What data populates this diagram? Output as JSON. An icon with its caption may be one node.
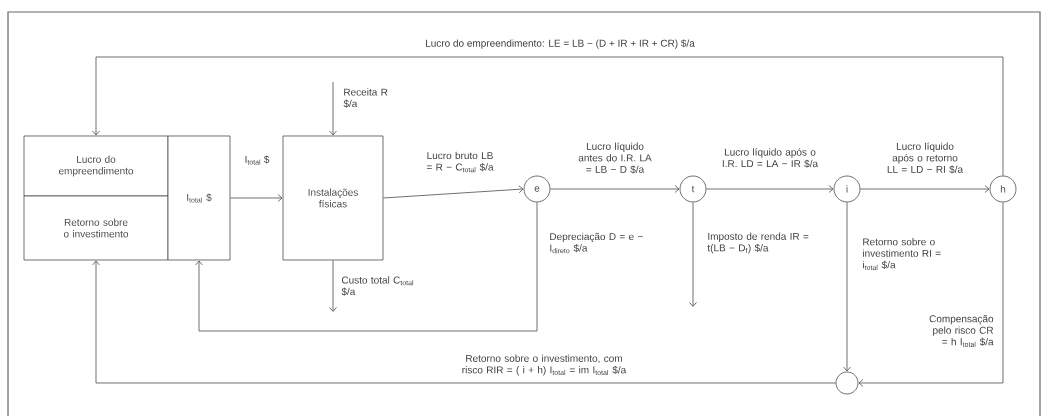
{
  "diagram": {
    "nodes": [
      {
        "text": [
          "Lucro do empreendimento"
        ]
      },
      {
        "text": [
          "Retorno sobre o investimento"
        ]
      },
      {
        "text": [
          "I$_{total}$ $"
        ]
      },
      {
        "text": [
          "Instalações físicas"
        ]
      },
      {
        "text": [
          "e"
        ]
      },
      {
        "text": [
          "t"
        ]
      },
      {
        "text": [
          "i"
        ]
      },
      {
        "text": [
          "h"
        ]
      },
      {
        "text": [],
        "shape": "circle"
      }
    ],
    "edges": [
      {
        "from": 2,
        "to": 3,
        "arrow": "to",
        "label": "I$_{total}$ $"
      },
      {
        "from": null,
        "to": 3,
        "arrow": "to",
        "label": "Receita R $/a"
      },
      {
        "from": 3,
        "to": 4,
        "arrow": "to",
        "label": "Lucro bruto LB = R − C$_{total}$ $/a"
      },
      {
        "from": 3,
        "to": null,
        "arrow": "to",
        "label": "Custo total C$_{total}$ $/a"
      },
      {
        "from": 4,
        "to": 5,
        "arrow": "to",
        "label": "Lucro líquido antes do I.R. LA = LB − D $/a"
      },
      {
        "from": 4,
        "to": 2,
        "arrow": "to",
        "label": "Depreciação D = e − I$_{direto}$ $/a"
      },
      {
        "from": 5,
        "to": 6,
        "arrow": "to",
        "label": "Lucro líquido após o I.R. LD = LA − IR $/a"
      },
      {
        "from": 5,
        "to": null,
        "arrow": "to",
        "label": "Imposto de renda IR = t(LB − D$_{f}$) $/a"
      },
      {
        "from": 6,
        "to": 7,
        "arrow": "to",
        "label": "Lucro líquido após o retorno LL = LD − RI $/a"
      },
      {
        "from": 6,
        "to": 8,
        "arrow": "to",
        "label": "Retorno sobre o investimento RI = i$_{total}$ $/a"
      },
      {
        "from": 7,
        "to": 0,
        "arrow": "to",
        "label": "Lucro do empreendimento: LE = LB − (D + IR + IR + CR) $/a"
      },
      {
        "from": 7,
        "to": 8,
        "arrow": "to",
        "label": "Compensação pelo risco CR = h I$_{total}$ $/a"
      },
      {
        "from": 8,
        "to": 1,
        "arrow": "to",
        "label": "Retorno sobre o investimento, com risco RIR = ( i + h) I$_{total}$ = im I$_{total}$ $/a"
      }
    ]
  }
}
